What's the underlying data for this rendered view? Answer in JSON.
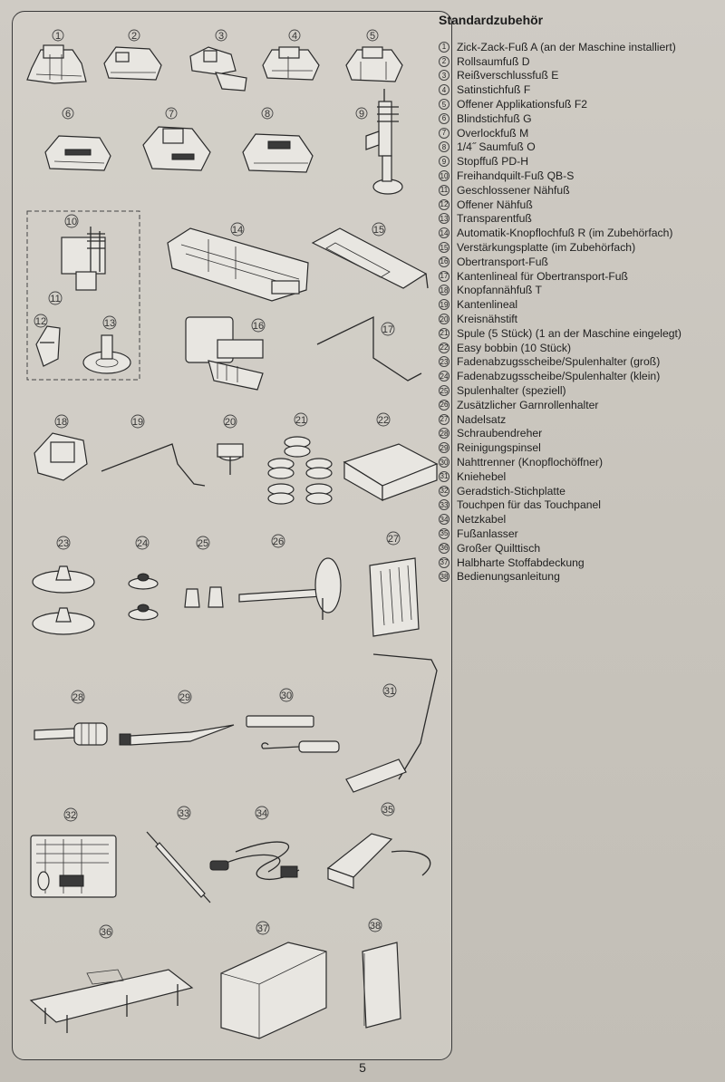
{
  "title": "Standardzubehör",
  "page_number": "5",
  "items": [
    {
      "num": "1",
      "label": "Zick-Zack-Fuß A (an der Maschine installiert)"
    },
    {
      "num": "2",
      "label": "Rollsaumfuß D"
    },
    {
      "num": "3",
      "label": "Reißverschlussfuß E"
    },
    {
      "num": "4",
      "label": "Satinstichfuß F"
    },
    {
      "num": "5",
      "label": "Offener Applikationsfuß F2"
    },
    {
      "num": "6",
      "label": "Blindstichfuß G"
    },
    {
      "num": "7",
      "label": "Overlockfuß M"
    },
    {
      "num": "8",
      "label": "1/4˝ Saumfuß O"
    },
    {
      "num": "9",
      "label": "Stopffuß PD-H"
    },
    {
      "num": "10",
      "label": "Freihandquilt-Fuß QB-S"
    },
    {
      "num": "11",
      "label": "Geschlossener Nähfuß"
    },
    {
      "num": "12",
      "label": "Offener Nähfuß"
    },
    {
      "num": "13",
      "label": "Transparentfuß"
    },
    {
      "num": "14",
      "label": "Automatik-Knopflochfuß R (im Zubehörfach)"
    },
    {
      "num": "15",
      "label": "Verstärkungsplatte (im Zubehörfach)"
    },
    {
      "num": "16",
      "label": "Obertransport-Fuß"
    },
    {
      "num": "17",
      "label": "Kantenlineal für Obertransport-Fuß"
    },
    {
      "num": "18",
      "label": "Knopfannähfuß T"
    },
    {
      "num": "19",
      "label": "Kantenlineal"
    },
    {
      "num": "20",
      "label": "Kreisnähstift"
    },
    {
      "num": "21",
      "label": "Spule (5 Stück) (1 an der Maschine eingelegt)"
    },
    {
      "num": "22",
      "label": "Easy bobbin (10 Stück)"
    },
    {
      "num": "23",
      "label": "Fadenabzugsscheibe/Spulenhalter (groß)"
    },
    {
      "num": "24",
      "label": "Fadenabzugsscheibe/Spulenhalter (klein)"
    },
    {
      "num": "25",
      "label": "Spulenhalter (speziell)"
    },
    {
      "num": "26",
      "label": "Zusätzlicher Garnrollenhalter"
    },
    {
      "num": "27",
      "label": "Nadelsatz"
    },
    {
      "num": "28",
      "label": "Schraubendreher"
    },
    {
      "num": "29",
      "label": "Reinigungspinsel"
    },
    {
      "num": "30",
      "label": "Nahttrenner (Knopflochöffner)"
    },
    {
      "num": "31",
      "label": "Kniehebel"
    },
    {
      "num": "32",
      "label": "Geradstich-Stichplatte"
    },
    {
      "num": "33",
      "label": "Touchpen für das Touchpanel"
    },
    {
      "num": "34",
      "label": "Netzkabel"
    },
    {
      "num": "35",
      "label": "Fußanlasser"
    },
    {
      "num": "36",
      "label": "Großer Quilttisch"
    },
    {
      "num": "37",
      "label": "Halbharte Stoffabdeckung"
    },
    {
      "num": "38",
      "label": "Bedienungsanleitung"
    }
  ],
  "illustration": {
    "callouts": [
      "1",
      "2",
      "3",
      "4",
      "5",
      "6",
      "7",
      "8",
      "9",
      "10",
      "11",
      "12",
      "13",
      "14",
      "15",
      "16",
      "17",
      "18",
      "19",
      "20",
      "21",
      "22",
      "23",
      "24",
      "25",
      "26",
      "27",
      "28",
      "29",
      "30",
      "31",
      "32",
      "33",
      "34",
      "35",
      "36",
      "37",
      "38"
    ]
  }
}
